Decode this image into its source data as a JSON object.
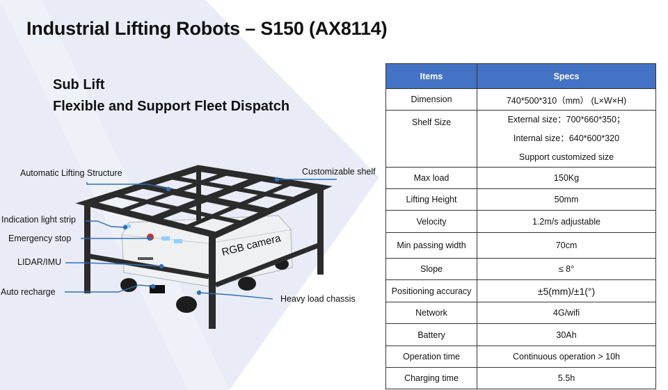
{
  "title": "Industrial Lifting Robots – S150 (AX8114)",
  "subtitle": [
    "Sub Lift",
    "Flexible and Support Fleet Dispatch"
  ],
  "callouts": {
    "auto_lifting": "Automatic Lifting Structure",
    "custom_shelf": "Customizable shelf",
    "indication_light": "Indication light strip",
    "emergency_stop": "Emergency stop",
    "lidar_imu": "LIDAR/IMU",
    "auto_recharge": "Auto recharge",
    "heavy_chassis": "Heavy load chassis",
    "rgb_camera": "RGB camera"
  },
  "specs": {
    "headers": [
      "Items",
      "Specs"
    ],
    "rows": [
      {
        "item": "Dimension",
        "spec": "740*500*310（mm） (L×W×H)"
      },
      {
        "item": "Shelf Size",
        "spec_lines": [
          "External size：700*660*350；",
          "Internal size：640*600*320",
          "Support customized size"
        ]
      },
      {
        "item": "Max load",
        "spec": "150Kg"
      },
      {
        "item": "Lifting Height",
        "spec": "50mm"
      },
      {
        "item": "Velocity",
        "spec": "1.2m/s adjustable"
      },
      {
        "item": "Min passing width",
        "spec": "70cm"
      },
      {
        "item": "Slope",
        "spec": "≤ 8°"
      },
      {
        "item": "Positioning accuracy",
        "spec": "±5(mm)/±1(°)"
      },
      {
        "item": "Network",
        "spec": "4G/wifi"
      },
      {
        "item": "Battery",
        "spec": "30Ah"
      },
      {
        "item": "Operation time",
        "spec": "Continuous operation > 10h"
      },
      {
        "item": "Charging time",
        "spec": "5.5h"
      }
    ]
  },
  "colors": {
    "header_bg": "#4472c4",
    "accent_bg": "#e8ebf5",
    "callout_line": "#2f6fb5"
  }
}
